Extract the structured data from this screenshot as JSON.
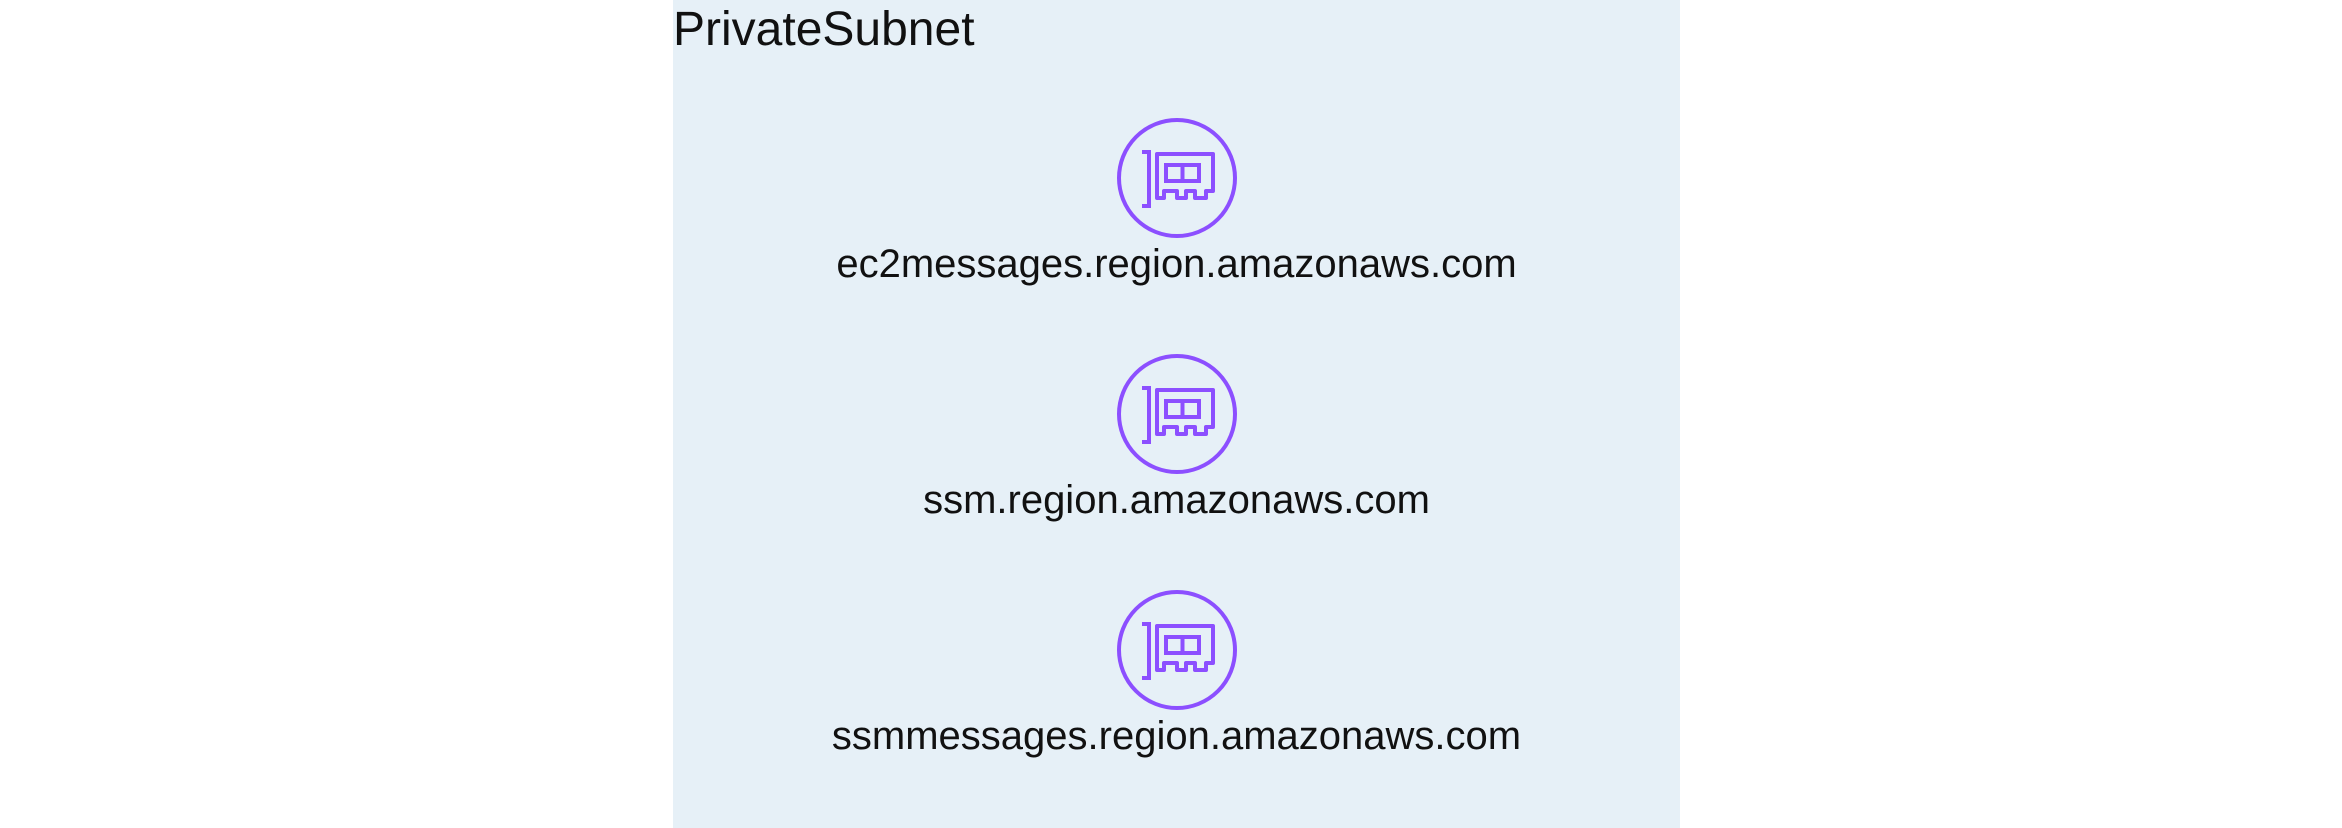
{
  "subnet": {
    "title": "PrivateSubnet"
  },
  "endpoints": [
    {
      "label": "ec2messages.region.amazonaws.com",
      "icon": "network-interface-icon"
    },
    {
      "label": "ssm.region.amazonaws.com",
      "icon": "network-interface-icon"
    },
    {
      "label": "ssmmessages.region.amazonaws.com",
      "icon": "network-interface-icon"
    }
  ],
  "colors": {
    "subnet_fill": "#e6f0f7",
    "icon_stroke": "#8c4fff",
    "text": "#111111",
    "background": "#ffffff"
  }
}
